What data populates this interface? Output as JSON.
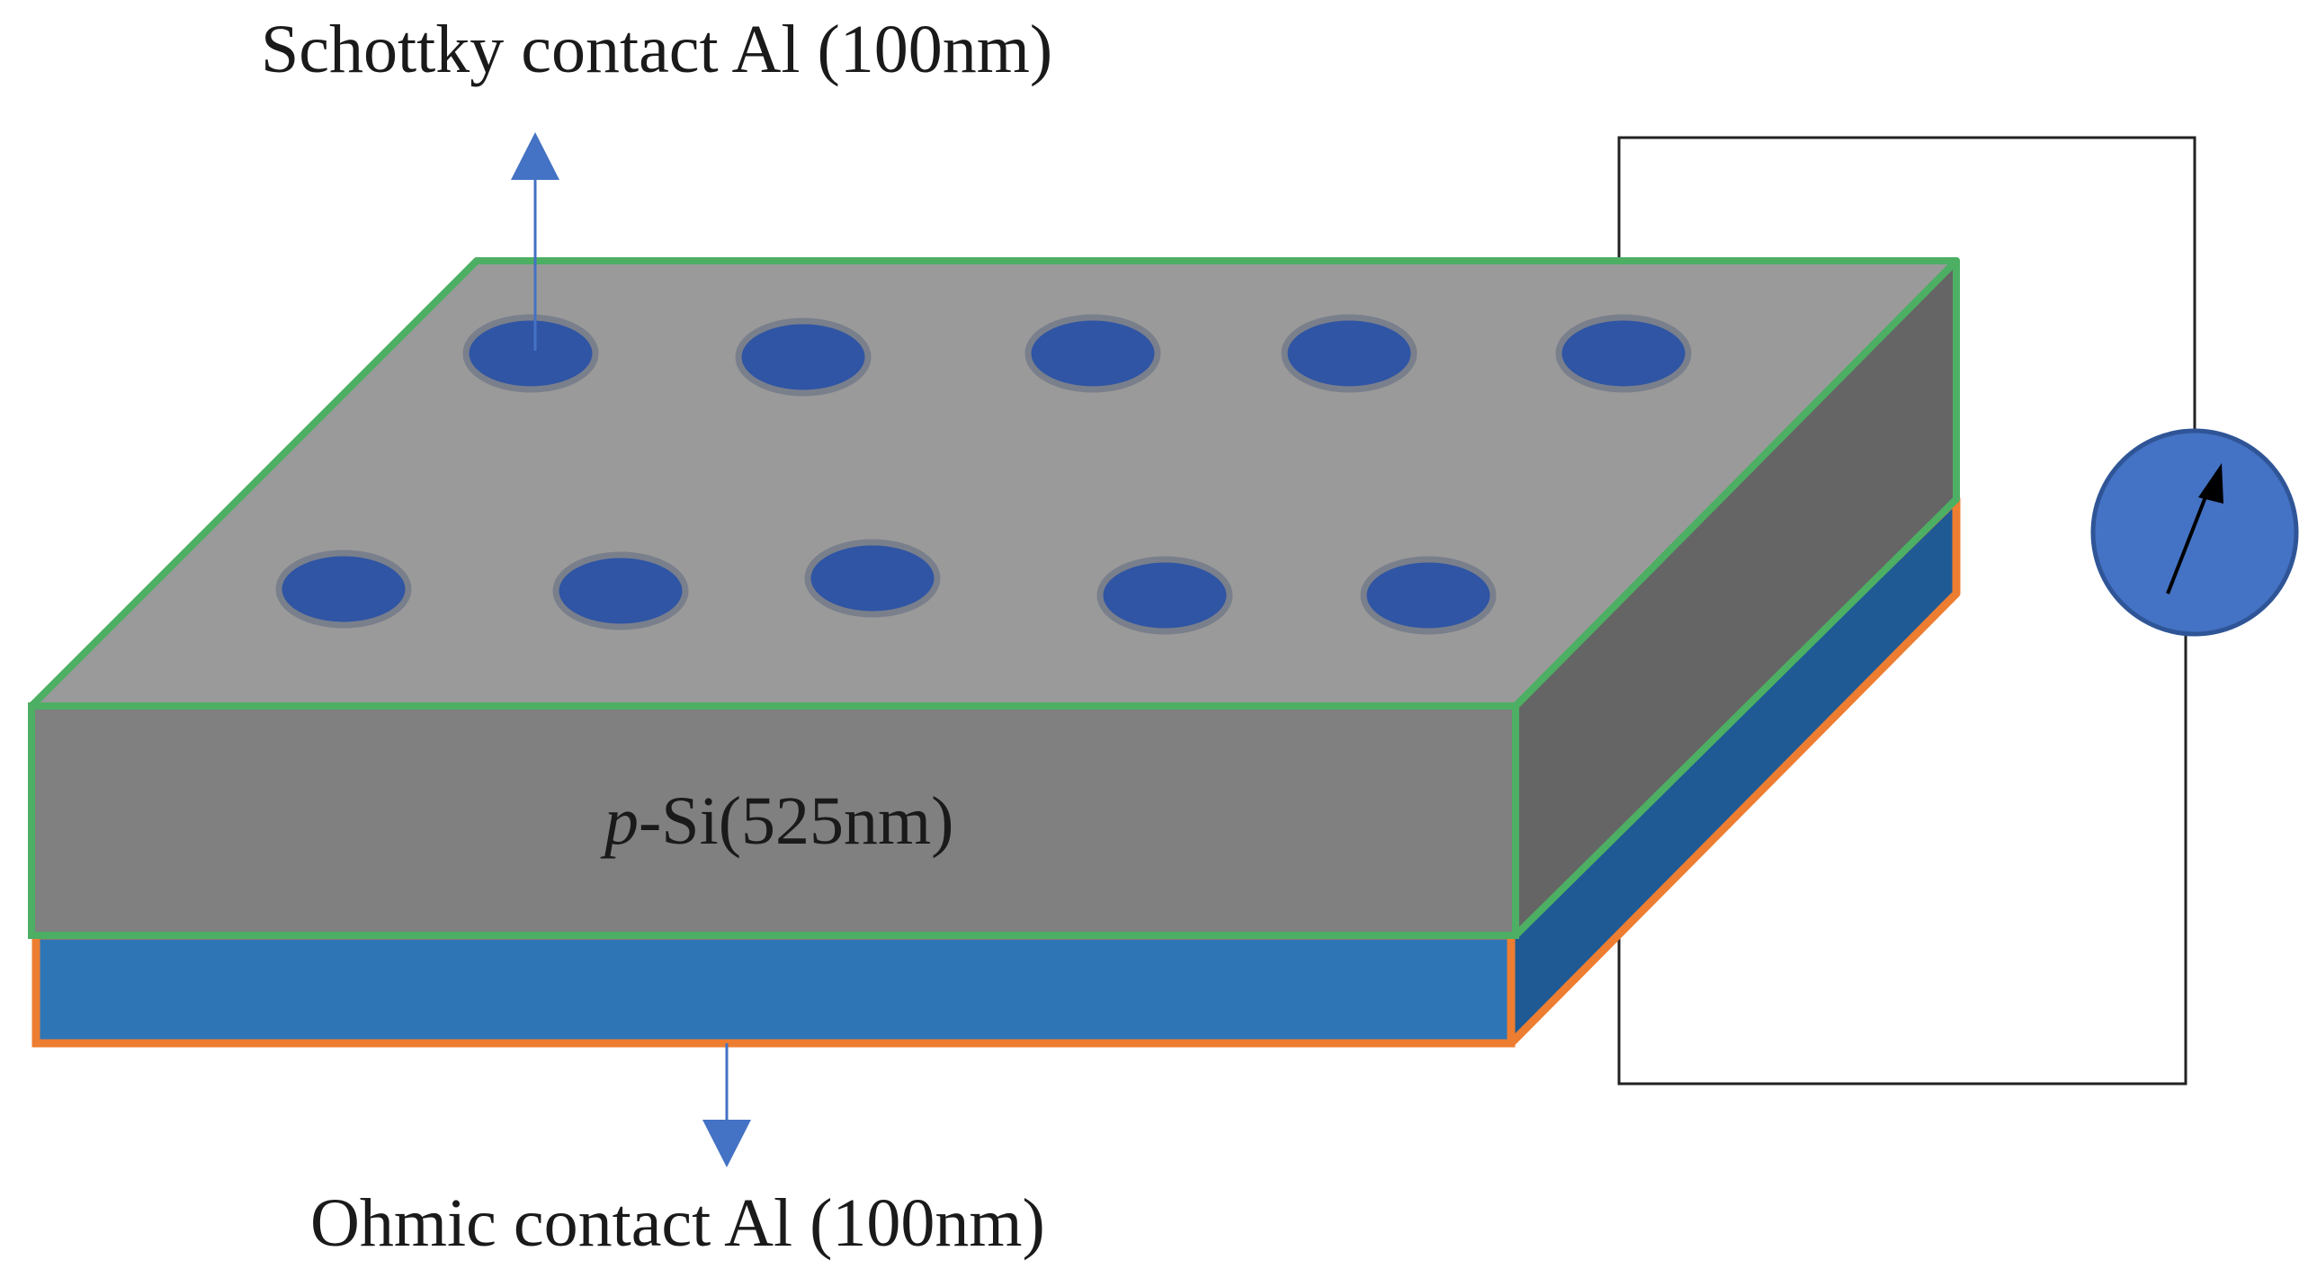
{
  "labels": {
    "schottky": "Schottky contact Al (100nm)",
    "substrate_prefix": "p",
    "substrate_rest": "-Si(525nm)",
    "ohmic": "Ohmic contact Al (100nm)"
  },
  "colors": {
    "background": "#ffffff",
    "substrate_top": "#9a9a9a",
    "substrate_front": "#808080",
    "substrate_side": "#656565",
    "substrate_outline": "#4caf63",
    "ohmic_layer": "#2e75b6",
    "ohmic_layer_side": "#1f5a94",
    "ohmic_outline": "#ed7d31",
    "contact_dot": "#2f55a4",
    "contact_rim": "#7a7f8c",
    "arrow": "#4472c4",
    "meter_fill": "#4472c4",
    "meter_outline": "#2f5597",
    "wire": "#222222"
  },
  "contacts": {
    "count": 10,
    "rows": 2
  }
}
